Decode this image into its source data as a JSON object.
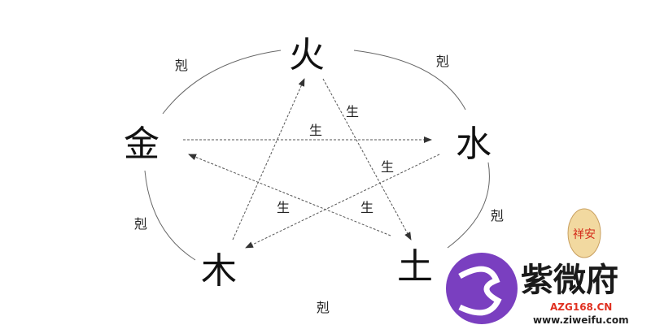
{
  "elements": {
    "fire": "火",
    "water": "水",
    "earth": "土",
    "wood": "木",
    "metal": "金"
  },
  "generate_label": "生",
  "overcome_label": "剋",
  "logo": {
    "name": "紫微府",
    "code": "AZG168.CN",
    "url": "www.ziweifu.com",
    "seal": "祥安",
    "accent": "#7a3fc0",
    "seal_color": "#d42a1a"
  }
}
